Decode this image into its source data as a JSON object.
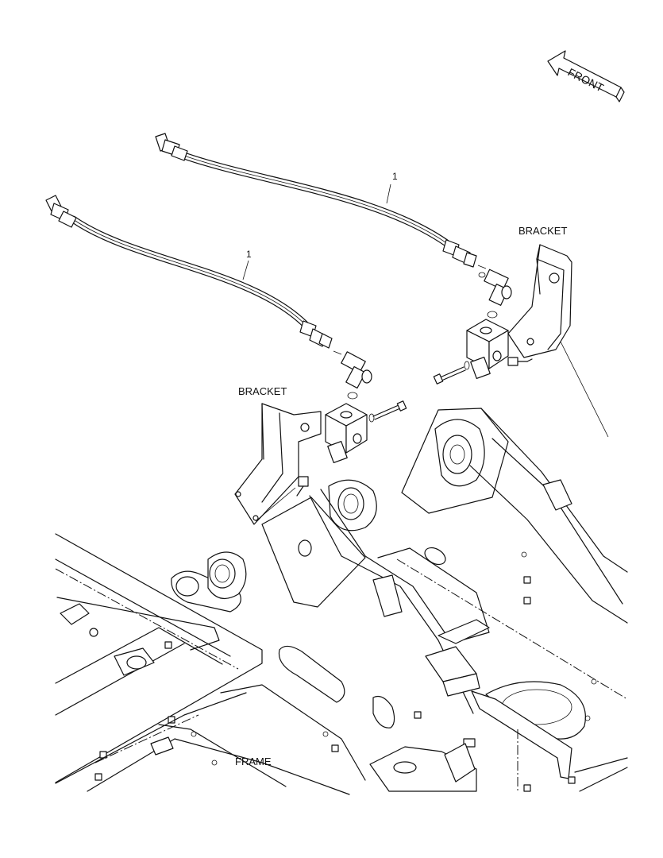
{
  "labels": {
    "front": "FRONT",
    "bracket_right": "BRACKET",
    "bracket_left": "BRACKET",
    "frame": "FRAME",
    "callout_upper": "1",
    "callout_lower": "1"
  },
  "colors": {
    "line": "#111111",
    "background": "#ffffff"
  }
}
